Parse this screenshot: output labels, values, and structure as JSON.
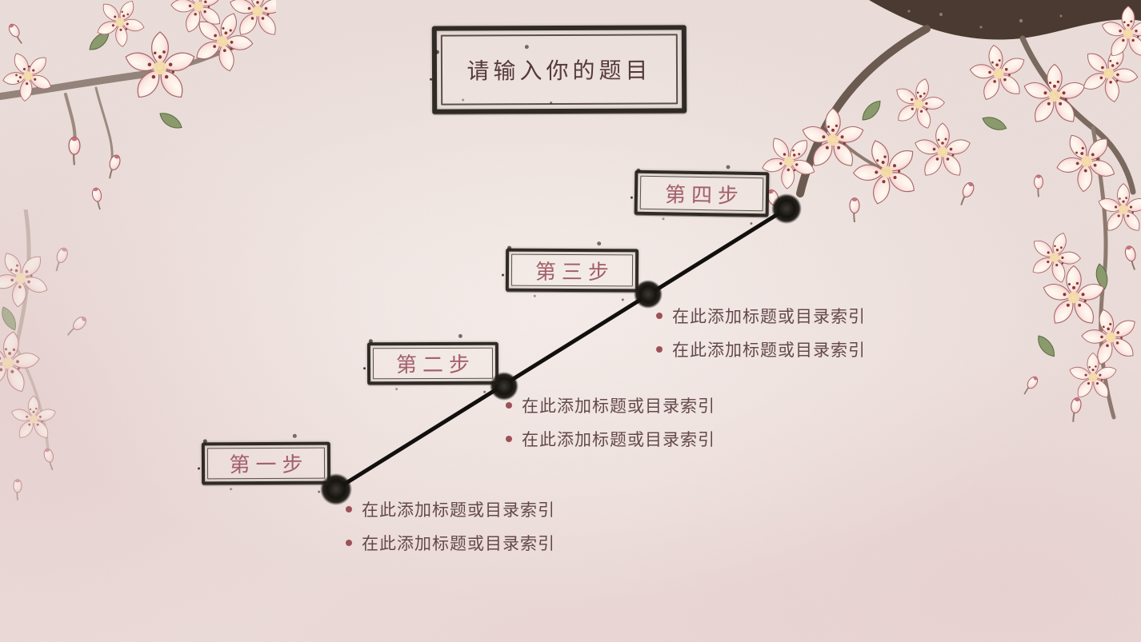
{
  "slide": {
    "title": "请输入你的题目",
    "steps": [
      {
        "label": "第一步",
        "bullets": [
          "在此添加标题或目录索引",
          "在此添加标题或目录索引"
        ]
      },
      {
        "label": "第二步",
        "bullets": [
          "在此添加标题或目录索引",
          "在此添加标题或目录索引"
        ]
      },
      {
        "label": "第三步",
        "bullets": [
          "在此添加标题或目录索引",
          "在此添加标题或目录索引"
        ]
      },
      {
        "label": "第四步",
        "bullets": []
      }
    ],
    "decorations": {
      "top_left": "blossom-branch",
      "top_right": "blossom-branch",
      "left_middle": "blossom-cluster"
    },
    "colors": {
      "background": "#e9dbd6",
      "ink": "#241f1c",
      "title_text": "#55393b",
      "step_text": "#a25f69",
      "bullet_text": "#64484b",
      "bullet_marker": "#9d5157",
      "timeline": "#12100e",
      "blossom_pink": "#f0b9c1",
      "branch_brown": "#6b5a50"
    }
  }
}
